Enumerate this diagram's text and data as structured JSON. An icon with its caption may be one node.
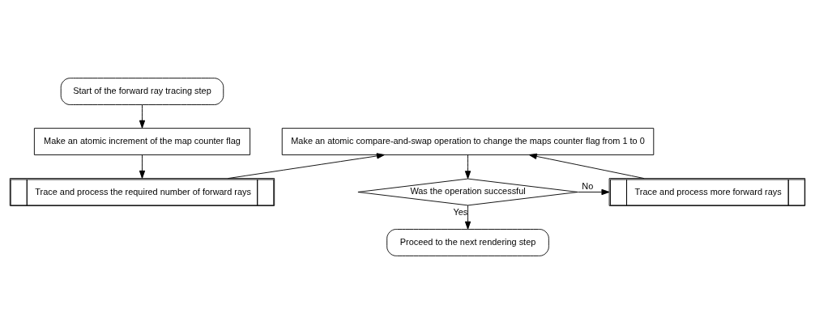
{
  "diagram": {
    "nodes": [
      {
        "text": [
          "Start of the forward ray tracing step"
        ]
      },
      {
        "text": [
          "Make an atomic increment of the map counter flag"
        ]
      },
      {
        "text": [
          "Trace and process the required number of forward rays"
        ]
      },
      {
        "text": [
          "Make an atomic compare-and-swap operation to change the maps counter flag from 1 to 0"
        ]
      },
      {
        "text": [
          "Was the operation successful"
        ]
      },
      {
        "text": [
          "Trace and process more forward rays"
        ]
      },
      {
        "text": [
          "Proceed to the next rendering step"
        ]
      }
    ],
    "edges": [
      {
        "from": 0,
        "to": 1,
        "arrow": "to"
      },
      {
        "from": 1,
        "to": 2,
        "arrow": "to"
      },
      {
        "from": 2,
        "to": 3,
        "arrow": "to"
      },
      {
        "from": 3,
        "to": 4,
        "arrow": "to"
      },
      {
        "from": 4,
        "to": 5,
        "arrow": "to",
        "label": "No"
      },
      {
        "from": 5,
        "to": 3,
        "arrow": "to"
      },
      {
        "from": 4,
        "to": 6,
        "arrow": "to",
        "label": "Yes"
      }
    ]
  }
}
